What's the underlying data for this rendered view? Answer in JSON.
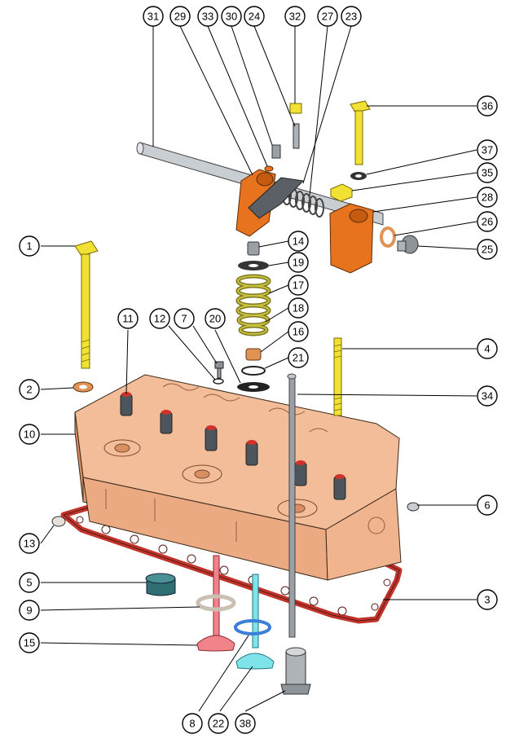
{
  "colors": {
    "head": "#f0b48f",
    "head_shade": "#d98f63",
    "rocker_support": "#e8731f",
    "bolt": "#f2e135",
    "gasket": "#c0342b",
    "exhaust_valve": "#f0848a",
    "intake_valve": "#7fe3ea",
    "seal_blue": "#3b7fd8",
    "steel": "#9aa0a6",
    "spring": "#b8b23a",
    "copper": "#e09355",
    "cap_teal": "#2f6f73"
  },
  "parts": [
    {
      "label": "1"
    },
    {
      "label": "2"
    },
    {
      "label": "3"
    },
    {
      "label": "4"
    },
    {
      "label": "5"
    },
    {
      "label": "6"
    },
    {
      "label": "7"
    },
    {
      "label": "8"
    },
    {
      "label": "9"
    },
    {
      "label": "10"
    },
    {
      "label": "11"
    },
    {
      "label": "12"
    },
    {
      "label": "13"
    },
    {
      "label": "14"
    },
    {
      "label": "15"
    },
    {
      "label": "16"
    },
    {
      "label": "17"
    },
    {
      "label": "18"
    },
    {
      "label": "19"
    },
    {
      "label": "20"
    },
    {
      "label": "21"
    },
    {
      "label": "22"
    },
    {
      "label": "23"
    },
    {
      "label": "24"
    },
    {
      "label": "25"
    },
    {
      "label": "26"
    },
    {
      "label": "27"
    },
    {
      "label": "28"
    },
    {
      "label": "29"
    },
    {
      "label": "30"
    },
    {
      "label": "31"
    },
    {
      "label": "32"
    },
    {
      "label": "33"
    },
    {
      "label": "34"
    },
    {
      "label": "35"
    },
    {
      "label": "36"
    },
    {
      "label": "37"
    },
    {
      "label": "38"
    }
  ]
}
